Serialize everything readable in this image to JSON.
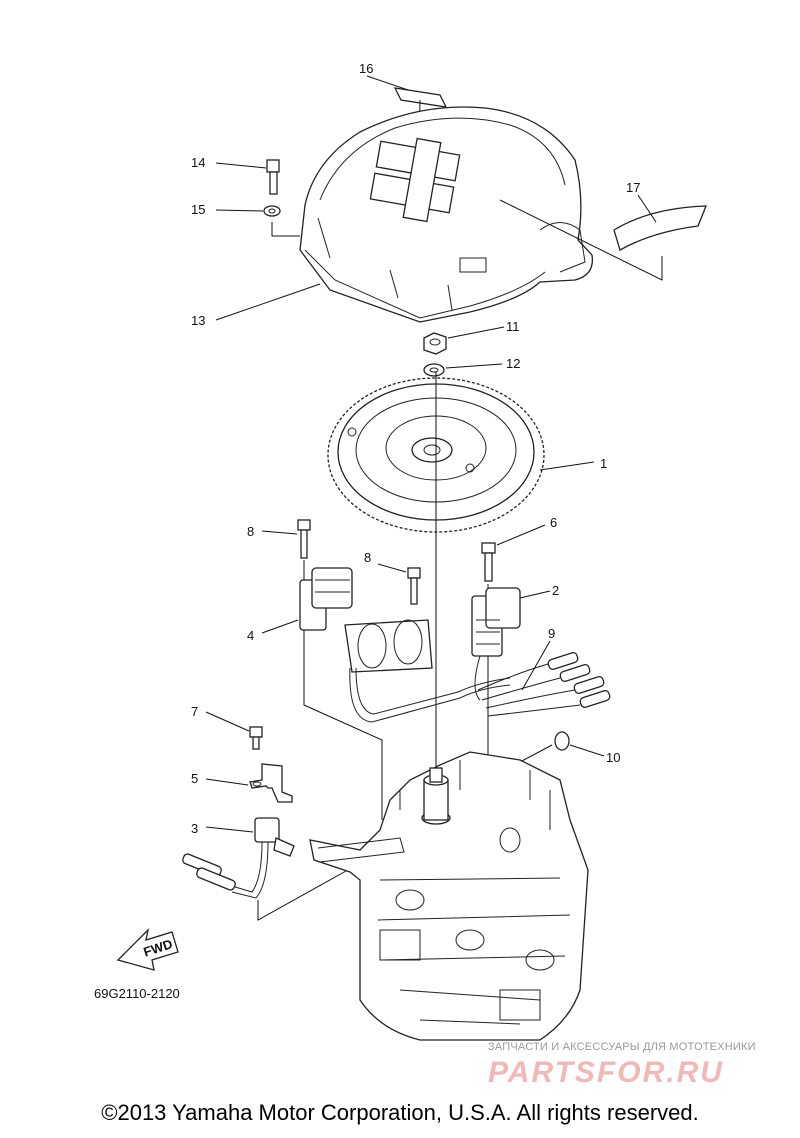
{
  "diagram": {
    "callouts": [
      "1",
      "2",
      "3",
      "4",
      "5",
      "6",
      "7",
      "8",
      "8",
      "9",
      "10",
      "11",
      "12",
      "13",
      "14",
      "15",
      "16",
      "17"
    ],
    "fwd_label": "FWD",
    "diagram_code": "69G2110-2120"
  },
  "watermark": {
    "tagline": "ЗАПЧАСТИ И АКСЕССУАРЫ ДЛЯ МОТОТЕХНИКИ",
    "logo": "PARTSFOR.RU"
  },
  "copyright": "©2013 Yamaha Motor Corporation, U.S.A. All rights reserved."
}
